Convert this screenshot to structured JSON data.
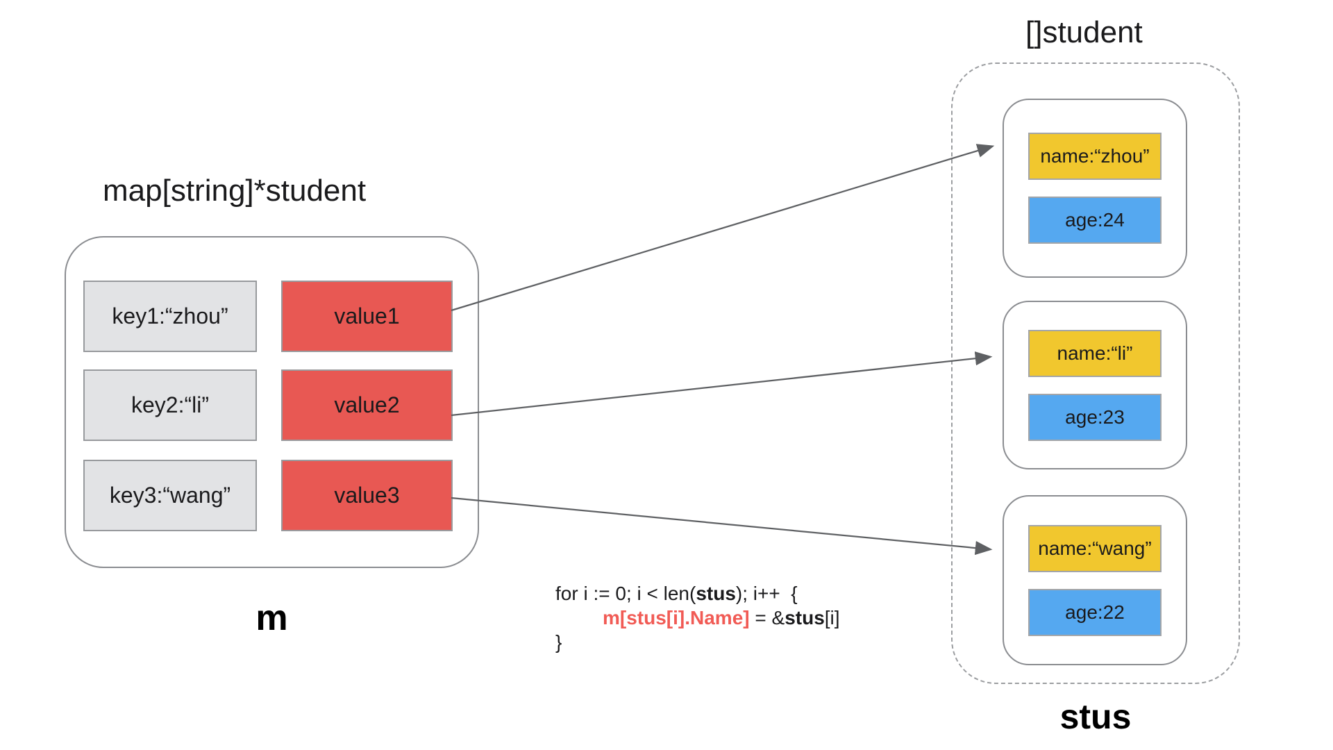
{
  "map_section": {
    "title": "map[string]*student",
    "label": "m",
    "rows": [
      {
        "key": "key1:“zhou”",
        "value": "value1"
      },
      {
        "key": "key2:“li”",
        "value": "value2"
      },
      {
        "key": "key3:“wang”",
        "value": "value3"
      }
    ]
  },
  "slice_section": {
    "title": "[]student",
    "label": "stus",
    "students": [
      {
        "name": "name:“zhou”",
        "age": "age:24"
      },
      {
        "name": "name:“li”",
        "age": "age:23"
      },
      {
        "name": "name:“wang”",
        "age": "age:22"
      }
    ]
  },
  "code": {
    "line1_pre": "for i := 0; i < len(",
    "line1_bold": "stus",
    "line1_post": "); i++  {",
    "line2_red": "m[stus[i].Name]",
    "line2_mid": " = &",
    "line2_bold": "stus",
    "line2_post": "[i]",
    "line3": "}"
  },
  "colors": {
    "red": "#E85853",
    "yellow": "#F1C72E",
    "blue": "#55A8F0",
    "key-fill": "#E2E3E5",
    "key-border": "#97999C",
    "shape-border": "#8A8C90",
    "dashed-border": "#9B9DA0",
    "arrow": "#5E6063",
    "text": "#1A1A1C",
    "code-red": "#F15B55"
  }
}
